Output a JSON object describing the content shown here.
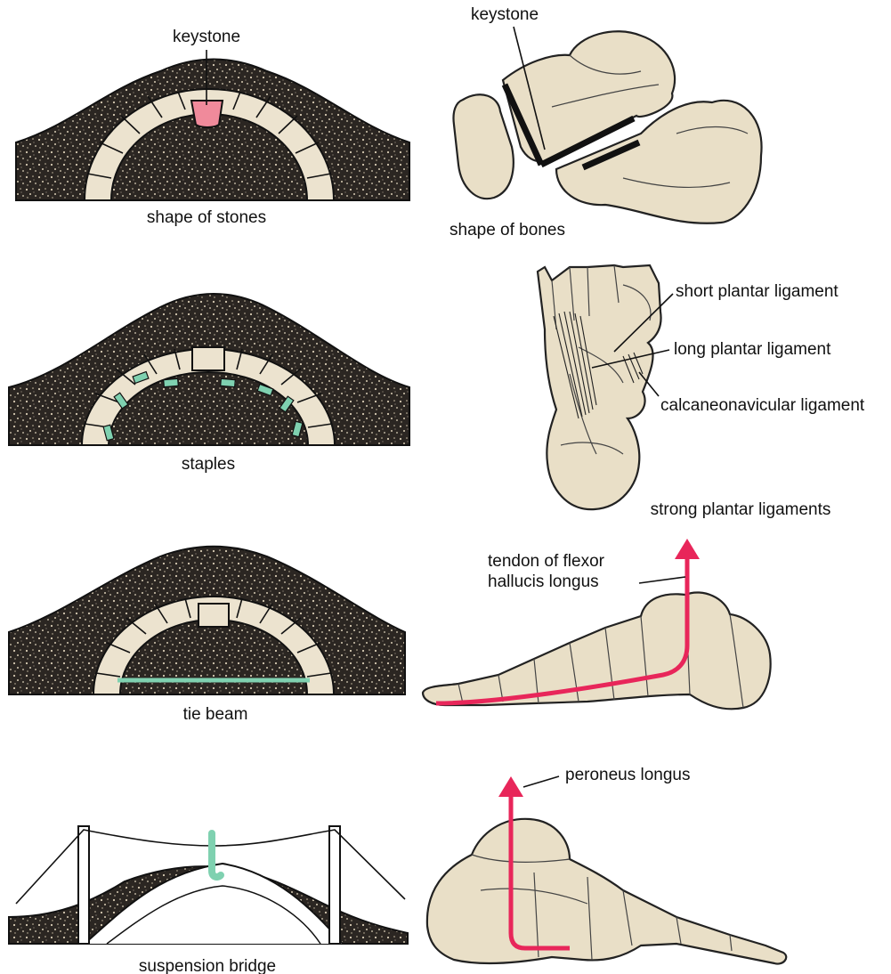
{
  "labels": {
    "keystone_left": "keystone",
    "keystone_right": "keystone",
    "shape_of_stones": "shape of stones",
    "shape_of_bones": "shape of bones",
    "staples": "staples",
    "short_plantar": "short plantar ligament",
    "long_plantar": "long plantar ligament",
    "calcaneonavicular": "calcaneonavicular ligament",
    "strong_plantar": "strong plantar ligaments",
    "tendon_line1": "tendon of flexor",
    "tendon_line2": "hallucis longus",
    "tie_beam": "tie beam",
    "peroneus": "peroneus longus",
    "suspension_bridge": "suspension bridge"
  },
  "colors": {
    "keystone": "#f08a9b",
    "staple": "#7fd1b0",
    "tie_beam": "#7fd1b0",
    "hanger": "#7fd1b0",
    "tendon": "#e8265a",
    "earth": "#2a2520",
    "stone": "#ece3cf",
    "bone": "#e9dfc7"
  }
}
